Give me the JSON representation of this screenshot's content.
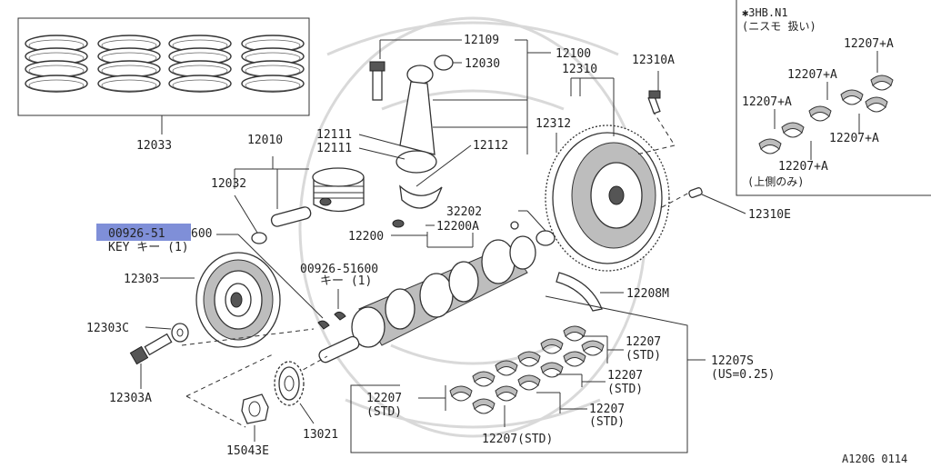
{
  "diagram": {
    "part_labels": {
      "p12033": "12033",
      "p12010": "12010",
      "p12032": "12032",
      "p12109": "12109",
      "p12100": "12100",
      "p12030": "12030",
      "p12111a": "12111",
      "p12111b": "12111",
      "p12112": "12112",
      "p12310": "12310",
      "p12310A": "12310A",
      "p12312": "12312",
      "p12310E": "12310E",
      "p32202": "32202",
      "p12200A": "12200A",
      "p12200": "12200",
      "p00926_hl": "00926-51",
      "p00926_rest": "600",
      "key_text": "KEY キー (1)",
      "p12303": "12303",
      "p00926b": "00926-51600",
      "key2": "キー (1)",
      "p12303C": "12303C",
      "p12303A": "12303A",
      "p15043E": "15043E",
      "p13021": "13021",
      "p12208M": "12208M",
      "p12207_1": "12207",
      "std_1": "(STD)",
      "p12207_2": "12207",
      "std_2": "(STD)",
      "p12207_3": "12207",
      "std_3": "(STD)",
      "p12207_4": "12207",
      "std_4": "(STD)",
      "p12207_5": "12207(STD)",
      "p12207S": "12207S",
      "us025": "(US=0.25)",
      "inset_title1": "✱3HB.N1",
      "inset_title2": "(ニスモ 扱い)",
      "inset_a1": "12207+A",
      "inset_a2": "12207+A",
      "inset_a3": "12207+A",
      "inset_a4": "12207+A",
      "inset_a5": "12207+A",
      "inset_note": "(上側のみ)",
      "figure_code": "A120G 0114"
    }
  }
}
